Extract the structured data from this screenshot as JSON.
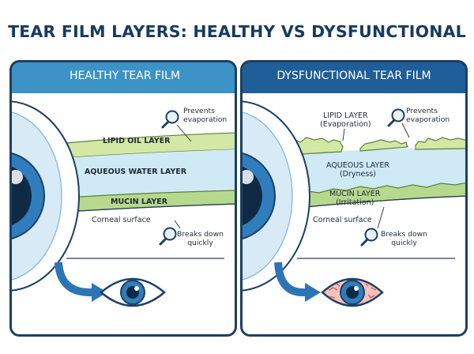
{
  "title": "TEAR FILM LAYERS: HEALTHY VS DYSFUNCTIONAL",
  "colors": {
    "frame": "#1d3f63",
    "header_left": "#3d92c6",
    "header_right": "#1f5e98",
    "lipid": "#d2e8a4",
    "aqueous": "#cfe9f5",
    "mucin": "#b6d98e",
    "iris": "#2f7dbd",
    "arrow": "#2d74b7",
    "irritated": "#f3c2bc"
  },
  "left": {
    "heading": "HEALTHY TEAR FILM",
    "lipid_label": "LIPID OIL LAYER",
    "aqueous_label": "AQUEOUS WATER LAYER",
    "mucin_label": "MUCIN LAYER",
    "cornea_label": "Corneal surface",
    "note_top": [
      "Prevents",
      "evaporation"
    ],
    "note_bottom": [
      "Breaks down",
      "quickly"
    ],
    "icons": [
      "magnifier-icon",
      "magnifier-icon",
      "eye-icon",
      "arrow-icon"
    ]
  },
  "right": {
    "heading": "DYSFUNCTIONAL TEAR FILM",
    "lipid_label": "LIPID LAYER",
    "lipid_sub": "(Evaporation)",
    "aqueous_label": "AQUEOUS LAYER",
    "aqueous_sub": "(Dryness)",
    "mucin_label": "MUCIN LAYER",
    "mucin_sub": "(Irritation)",
    "cornea_label": "Corneal surface",
    "note_top": [
      "Prevents",
      "evaporation"
    ],
    "note_bottom": [
      "Breaks down",
      "quickly"
    ],
    "icons": [
      "magnifier-icon",
      "magnifier-icon",
      "red-eye-icon",
      "arrow-icon"
    ]
  }
}
